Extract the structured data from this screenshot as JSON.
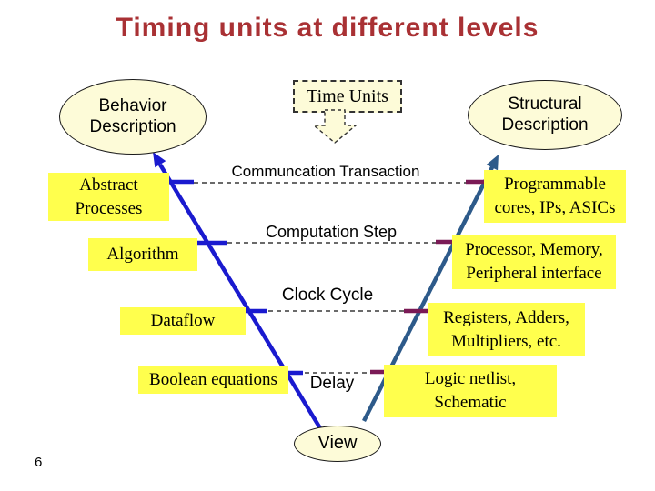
{
  "header": {
    "title": "Timing units at different levels"
  },
  "top": {
    "behavior_ellipse": "Behavior\nDescription",
    "time_units_box": "Time Units",
    "structural_ellipse": "Structural\nDescription"
  },
  "levels": [
    {
      "time_unit": "Communcation Transaction",
      "left": "Abstract\nProcesses",
      "right": "Programmable\ncores, IPs, ASICs"
    },
    {
      "time_unit": "Computation Step",
      "left": "Algorithm",
      "right": "Processor, Memory,\nPeripheral interface"
    },
    {
      "time_unit": "Clock Cycle",
      "left": "Dataflow",
      "right": "Registers, Adders,\nMultipliers, etc."
    },
    {
      "time_unit": "Delay",
      "left": "Boolean equations",
      "right": "Logic netlist,\nSchematic"
    }
  ],
  "bottom": {
    "view_ellipse": "View"
  },
  "footer": {
    "page_number": "6"
  },
  "colors": {
    "title_red": "#A93134",
    "highlight_yellow": "#FFFF4D",
    "cream": "#FDFBD8",
    "behavior_axis_blue": "#1A1ACF",
    "structure_axis_steel": "#2D5A8A",
    "tick_maroon": "#7A1A56"
  }
}
